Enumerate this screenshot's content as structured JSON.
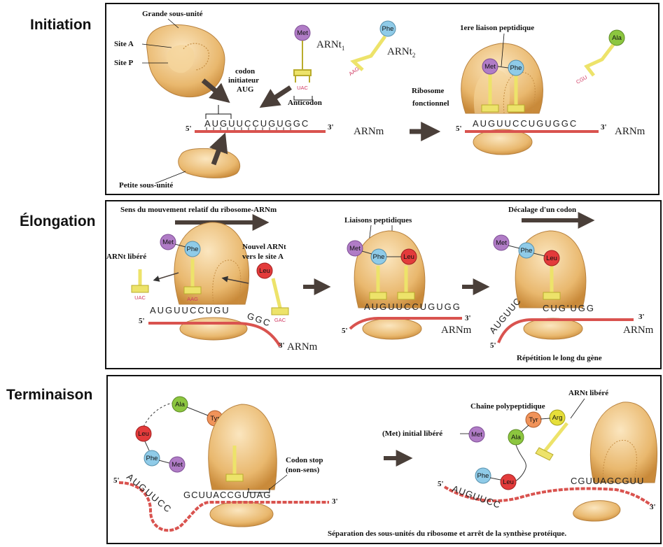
{
  "stages": {
    "initiation": "Initiation",
    "elongation": "Élongation",
    "termination": "Terminaison"
  },
  "initiation": {
    "large_subunit": "Grande sous-unité",
    "site_a": "Site A",
    "site_p": "Site P",
    "codon_line1": "codon",
    "codon_line2": "initiateur",
    "codon_line3": "AUG",
    "trna1": "ARNt",
    "trna1_sub": "1",
    "trna2": "ARNt",
    "trna2_sub": "2",
    "anticodon": "Anticodon",
    "small_subunit": "Petite sous-unité",
    "sequence": "AUGUUCCUGUGGC",
    "five": "5'",
    "three": "3'",
    "mrna": "ARNm",
    "functional_line1": "Ribosome",
    "functional_line2": "fonctionnel",
    "first_bond": "1ere liaison peptidique",
    "sequence2": "AUGUUCCUGUGGC",
    "five2": "5'",
    "three2": "3'",
    "mrna2": "ARNm",
    "met": "Met",
    "phe": "Phe",
    "ala": "Ala",
    "anticodon1": "UAC",
    "anticodon2": "AAG",
    "anticodon3": "CGU"
  },
  "elongation": {
    "direction": "Sens du mouvement relatif du ribosome-ARNm",
    "released_trna": "ARNt libéré",
    "new_trna_line1": "Nouvel ARNt",
    "new_trna_line2": "vers le site A",
    "peptide_bonds": "Liaisons peptidiques",
    "shift": "Décalage d'un codon",
    "repeat": "Répétition le long du gène",
    "met": "Met",
    "phe": "Phe",
    "leu": "Leu",
    "seq_left": "AUGUUCCUGU",
    "seq_left_tail": "GGC",
    "seq_mid": "AUGUUCCUGUGG",
    "seq_right_a": "AUGUUC",
    "seq_right_b": "CUG'UGG",
    "anti_uac": "UAC",
    "anti_aag": "AAG",
    "anti_gac": "GAC",
    "five": "5'",
    "three": "3'",
    "mrna": "ARNm"
  },
  "termination": {
    "ala": "Ala",
    "tyr": "Tyr",
    "arg": "Arg",
    "leu": "Leu",
    "phe": "Phe",
    "met": "Met",
    "stop_line1": "Codon stop",
    "stop_line2": "(non-sens)",
    "seq_left": "AUGUUCC",
    "seq_mid": "GCUUACCGUUAG",
    "five": "5'",
    "three": "3'",
    "met_released": "(Met) initial libéré",
    "polypeptide": "Chaîne polypeptidique",
    "released_trna": "ARNt libéré",
    "seq_right": "CGUUAGCGUU",
    "seq_right_left": "AUGUUCC",
    "five2": "5'",
    "three2": "3'",
    "separation": "Séparation des sous-unités du ribosome et arrêt de la synthèse protéique."
  },
  "colors": {
    "met": "#b07cc6",
    "phe": "#8fcbe8",
    "leu": "#e33b3b",
    "ala": "#8cc63f",
    "tyr": "#f0935a",
    "arg": "#e6df3a",
    "mrna": "#d9534f",
    "trna": "#ede36a",
    "ribosome": "#e9b86e",
    "arrow": "#4a3f39"
  }
}
